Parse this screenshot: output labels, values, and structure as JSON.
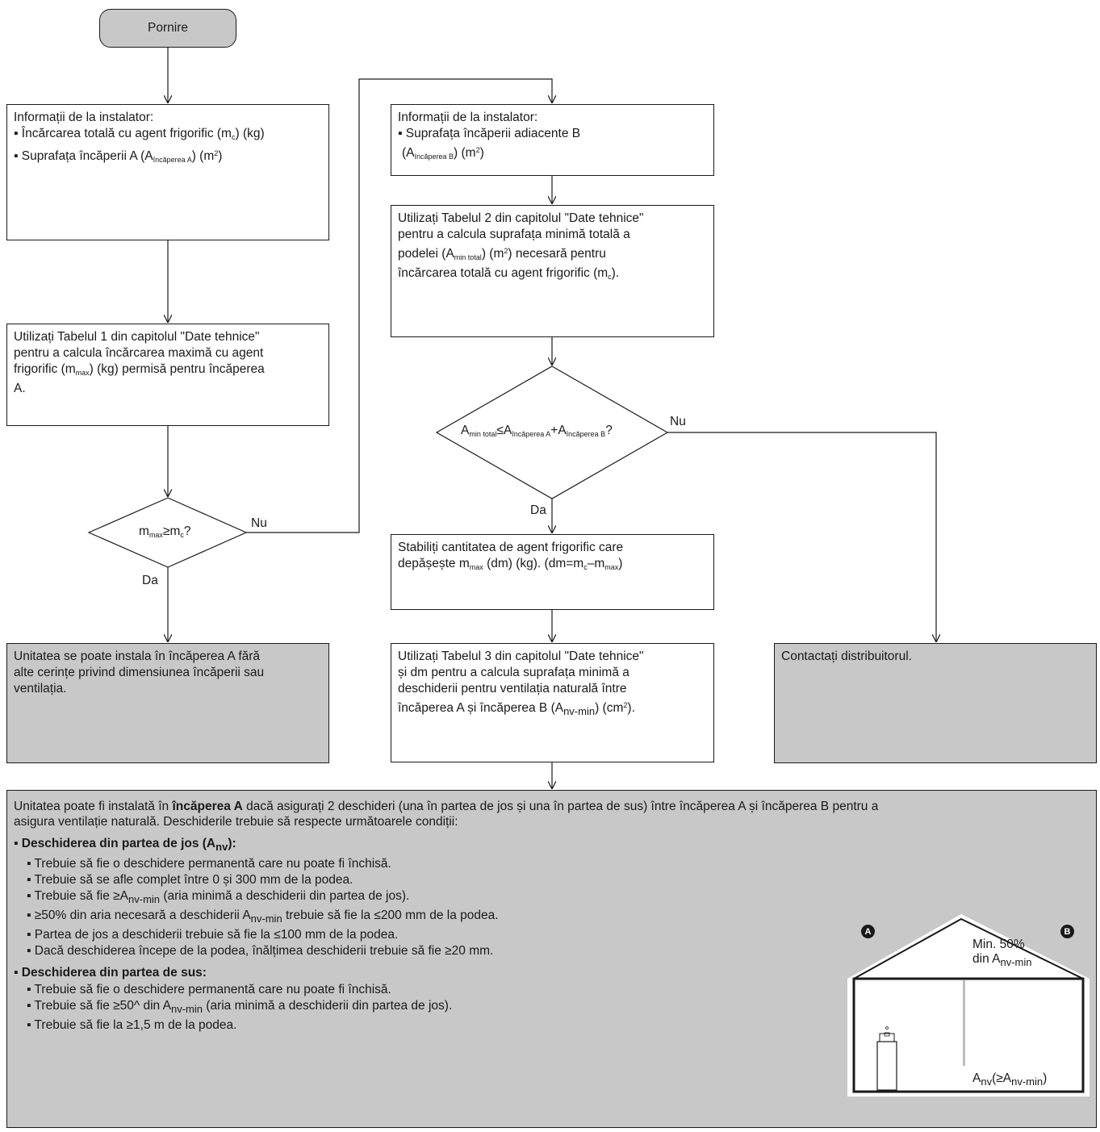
{
  "start": {
    "label": "Pornire"
  },
  "box1": {
    "line1": "Informații de la instalator:",
    "line2_pre": "▪ Încărcarea totală cu agent frigorific (m",
    "line2_sub": "c",
    "line2_post": ") (kg)",
    "line3_pre": "▪ Suprafața încăperii A (A",
    "line3_sub": "încăperea A",
    "line3_mid": ") (m",
    "line3_sup": "2",
    "line3_post": ")"
  },
  "box2": {
    "line1": "Utilizați Tabelul 1 din capitolul \"Date tehnice\"",
    "line2": "pentru a calcula încărcarea maximă cu agent",
    "line3_pre": "frigorific (m",
    "line3_sub": "max",
    "line3_post": ") (kg) permisă pentru încăperea",
    "line4": "A."
  },
  "diamond1": {
    "m": "m",
    "max": "max",
    "ge": "≥m",
    "c": "c",
    "q": "?"
  },
  "box3": {
    "line1": "Unitatea se poate instala în încăperea A fără",
    "line2": "alte cerințe privind dimensiunea încăperii sau",
    "line3": "ventilația."
  },
  "box4": {
    "line1": "Informații de la instalator:",
    "line2": "▪ Suprafața încăperii adiacente B",
    "line3_pre": "(A",
    "line3_sub": "încăperea B",
    "line3_mid": ") (m",
    "line3_sup": "2",
    "line3_post": ")"
  },
  "box5": {
    "line1": "Utilizați Tabelul 2 din capitolul \"Date tehnice\"",
    "line2": "pentru a calcula suprafața minimă totală a",
    "line3_pre": "podelei (A",
    "line3_sub": "min total",
    "line3_mid": ") (m",
    "line3_sup": "2",
    "line3_post": ") necesară pentru",
    "line4_pre": "încărcarea totală cu agent frigorific (m",
    "line4_sub": "c",
    "line4_post": ")."
  },
  "diamond2": {
    "a1": "A",
    "s1": "min total",
    "le": "≤A",
    "s2": "încăperea A",
    "plus": "+A",
    "s3": "încăperea B",
    "q": "?"
  },
  "box6": {
    "line1": "Stabiliți cantitatea de agent frigorific care",
    "line2_pre": "depășește m",
    "line2_sub1": "max",
    "line2_mid": " (dm) (kg). (dm=m",
    "line2_sub2": "c",
    "line2_mid2": "–m",
    "line2_sub3": "max",
    "line2_post": ")"
  },
  "box7": {
    "line1": "Utilizați Tabelul 3 din capitolul \"Date tehnice\"",
    "line2": "și dm pentru a calcula suprafața minimă a",
    "line3": "deschiderii pentru ventilația naturală între",
    "line4_pre": "încăperea A și încăperea B (A",
    "line4_sub": "nv-min",
    "line4_mid": ") (cm",
    "line4_sup": "2",
    "line4_post": ")."
  },
  "box8": {
    "line1": "Contactați distribuitorul."
  },
  "labels": {
    "nu1": "Nu",
    "da1": "Da",
    "nu2": "Nu",
    "da2": "Da"
  },
  "bottom": {
    "intro_pre": "Unitatea poate fi instalată în ",
    "intro_bold": "încăperea A",
    "intro_post": " dacă asigurați 2 deschideri (una în partea de jos și una în partea de sus) între încăperea A și încăperea B pentru a",
    "intro_line2": "asigura ventilație naturală. Deschiderile trebuie să respecte următoarele condiții:",
    "section1_pre": "▪ Deschiderea din partea de jos (A",
    "section1_sub": "nv",
    "section1_post": "):",
    "s1_item1": "▪ Trebuie să fie o deschidere permanentă care nu poate fi închisă.",
    "s1_item2": "▪ Trebuie să se afle complet între 0 și 300 mm de la podea.",
    "s1_item3_pre": "▪ Trebuie să fie ≥A",
    "s1_item3_sub": "nv-min",
    "s1_item3_post": " (aria minimă a deschiderii din partea de jos).",
    "s1_item4_pre": "▪ ≥50% din aria necesară a deschiderii A",
    "s1_item4_sub": "nv-min",
    "s1_item4_post": " trebuie să fie la ≤200 mm de la podea.",
    "s1_item5": "▪ Partea de jos a deschiderii trebuie să fie la ≤100 mm de la podea.",
    "s1_item6": "▪ Dacă deschiderea începe de la podea, înălțimea deschiderii trebuie să fie ≥20 mm.",
    "section2": "▪ Deschiderea din partea de sus:",
    "s2_item1": "▪ Trebuie să fie o deschidere permanentă care nu poate fi închisă.",
    "s2_item2_pre": "▪ Trebuie să fie ≥50^ din A",
    "s2_item2_sub": "nv-min",
    "s2_item2_post": " (aria minimă a deschiderii din partea de jos).",
    "s2_item3": "▪ Trebuie să fie la ≥1,5 m de la podea."
  },
  "house": {
    "badge_a": "A",
    "badge_b": "B",
    "top_line1": "Min. 50%",
    "top_line2_pre": "din A",
    "top_line2_sub": "nv-min",
    "bottom_pre": "A",
    "bottom_sub1": "nv",
    "bottom_mid": "(≥A",
    "bottom_sub2": "nv-min",
    "bottom_post": ")"
  }
}
